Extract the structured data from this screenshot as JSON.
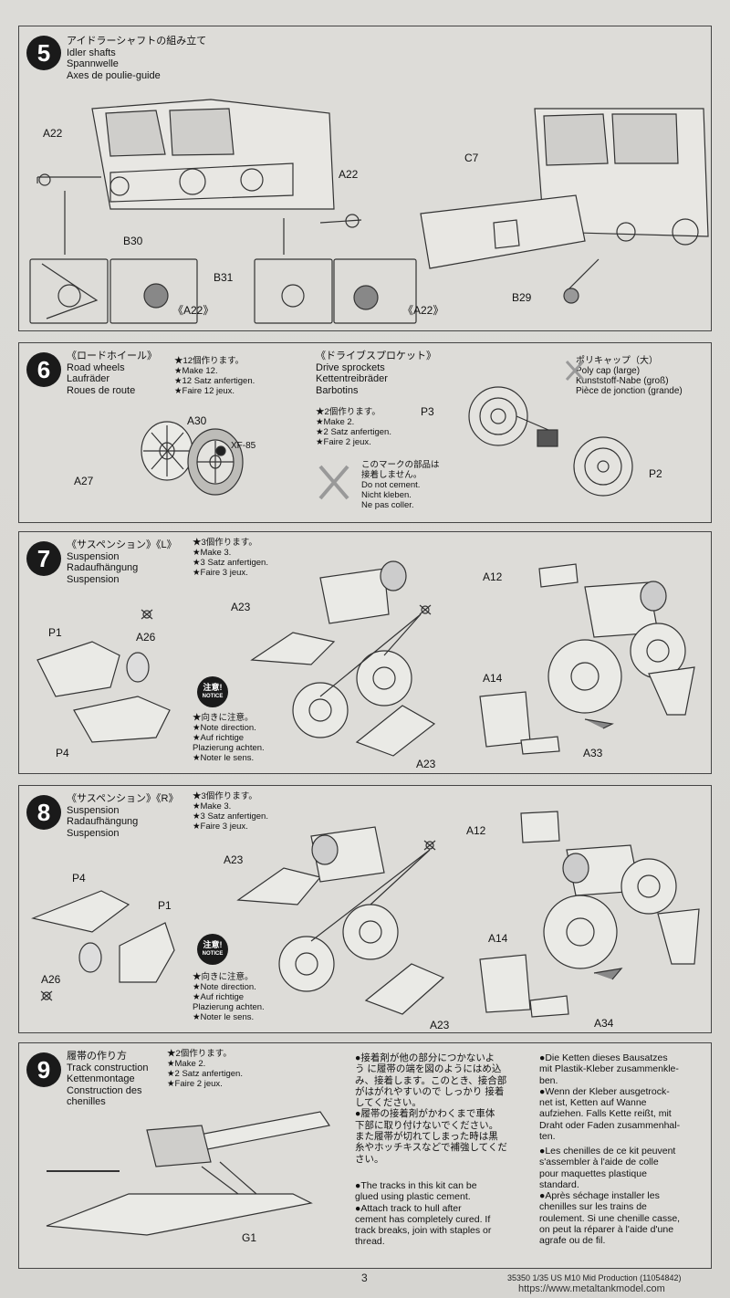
{
  "steps": [
    {
      "num": "5",
      "title": [
        "アイドラーシャフトの組み立て",
        "Idler shafts",
        "Spannwelle",
        "Axes de poulie-guide"
      ],
      "labels": [
        "A22",
        "A22",
        "C7",
        "B30",
        "B31",
        "B29",
        "《A22》",
        "《A22》"
      ]
    },
    {
      "num": "6",
      "title": [
        "《ロードホイール》",
        "Road wheels",
        "Laufräder",
        "Roues de route"
      ],
      "make": [
        "★12個作ります。",
        "★Make 12.",
        "★12 Satz anfertigen.",
        "★Faire 12 jeux."
      ],
      "title2": [
        "《ドライブスプロケット》",
        "Drive sprockets",
        "Kettentreibräder",
        "Barbotins"
      ],
      "make2": [
        "★2個作ります。",
        "★Make 2.",
        "★2 Satz anfertigen.",
        "★Faire 2 jeux."
      ],
      "nocement": [
        "このマークの部品は",
        "接着しません。",
        "Do not cement.",
        "Nicht kleben.",
        "Ne pas coller."
      ],
      "polycap": [
        "ポリキャップ（大）",
        "Poly cap (large)",
        "Kunststoff-Nabe (groß)",
        "Pièce de jonction (grande)"
      ],
      "labels": [
        "A30",
        "XF-85",
        "A27",
        "P3",
        "P2"
      ]
    },
    {
      "num": "7",
      "title": [
        "《サスペンション》《L》",
        "Suspension",
        "Radaufhängung",
        "Suspension"
      ],
      "make": [
        "★3個作ります。",
        "★Make 3.",
        "★3 Satz anfertigen.",
        "★Faire 3 jeux."
      ],
      "direction": [
        "★向きに注意。",
        "★Note direction.",
        "★Auf richtige",
        "Plazierung achten.",
        "★Noter le sens."
      ],
      "badge": [
        "注意!",
        "NOTICE"
      ],
      "labels": [
        "A23",
        "A12",
        "P1",
        "A26",
        "P4",
        "A14",
        "A23",
        "A33"
      ]
    },
    {
      "num": "8",
      "title": [
        "《サスペンション》《R》",
        "Suspension",
        "Radaufhängung",
        "Suspension"
      ],
      "make": [
        "★3個作ります。",
        "★Make 3.",
        "★3 Satz anfertigen.",
        "★Faire 3 jeux."
      ],
      "direction": [
        "★向きに注意。",
        "★Note direction.",
        "★Auf richtige",
        "Plazierung achten.",
        "★Noter le sens."
      ],
      "badge": [
        "注意!",
        "NOTICE"
      ],
      "labels": [
        "A12",
        "A23",
        "P4",
        "P1",
        "A26",
        "A14",
        "A23",
        "A34"
      ]
    },
    {
      "num": "9",
      "title": [
        "履帯の作り方",
        "Track construction",
        "Kettenmontage",
        "Construction des",
        "chenilles"
      ],
      "make": [
        "★2個作ります。",
        "★Make 2.",
        "★2 Satz anfertigen.",
        "★Faire 2 jeux."
      ],
      "labels": [
        "G1"
      ],
      "text_jp": [
        "●接着剤が他の部分につかないよ",
        "う に履帯の端を図のようにはめ込",
        "み、接着します。このとき、接合部",
        "がはがれやすいので しっかり 接着",
        "してください。",
        "●履帯の接着剤がかわくまで車体",
        "下部に取り付けないでください。",
        "また履帯が切れてしまった時は黒",
        "糸やホッチキスなどで補強してくだ",
        "さい。"
      ],
      "text_en": [
        "●The tracks in this kit can be",
        "glued using plastic cement.",
        "●Attach track to hull after",
        "cement has completely cured. If",
        "track breaks, join with staples or",
        "thread."
      ],
      "text_de": [
        "●Die Ketten dieses Bausatzes",
        "mit Plastik-Kleber zusammenkle-",
        "ben.",
        "●Wenn der Kleber ausgetrock-",
        "net ist, Ketten auf Wanne",
        "aufziehen. Falls Kette reißt, mit",
        "Draht oder Faden zusammenhal-",
        "ten."
      ],
      "text_fr": [
        "●Les chenilles de ce kit peuvent",
        "s'assembler à l'aide de colle",
        "pour maquettes plastique",
        "standard.",
        "●Après séchage installer les",
        "chenilles sur les trains de",
        "roulement. Si une chenille casse,",
        "on peut la réparer à l'aide d'une",
        "agrafe ou de fil."
      ]
    }
  ],
  "footer": {
    "page": "3",
    "code": "35350  1/35 US M10 Mid Production (11054842)",
    "url": "https://www.metaltankmodel.com"
  }
}
